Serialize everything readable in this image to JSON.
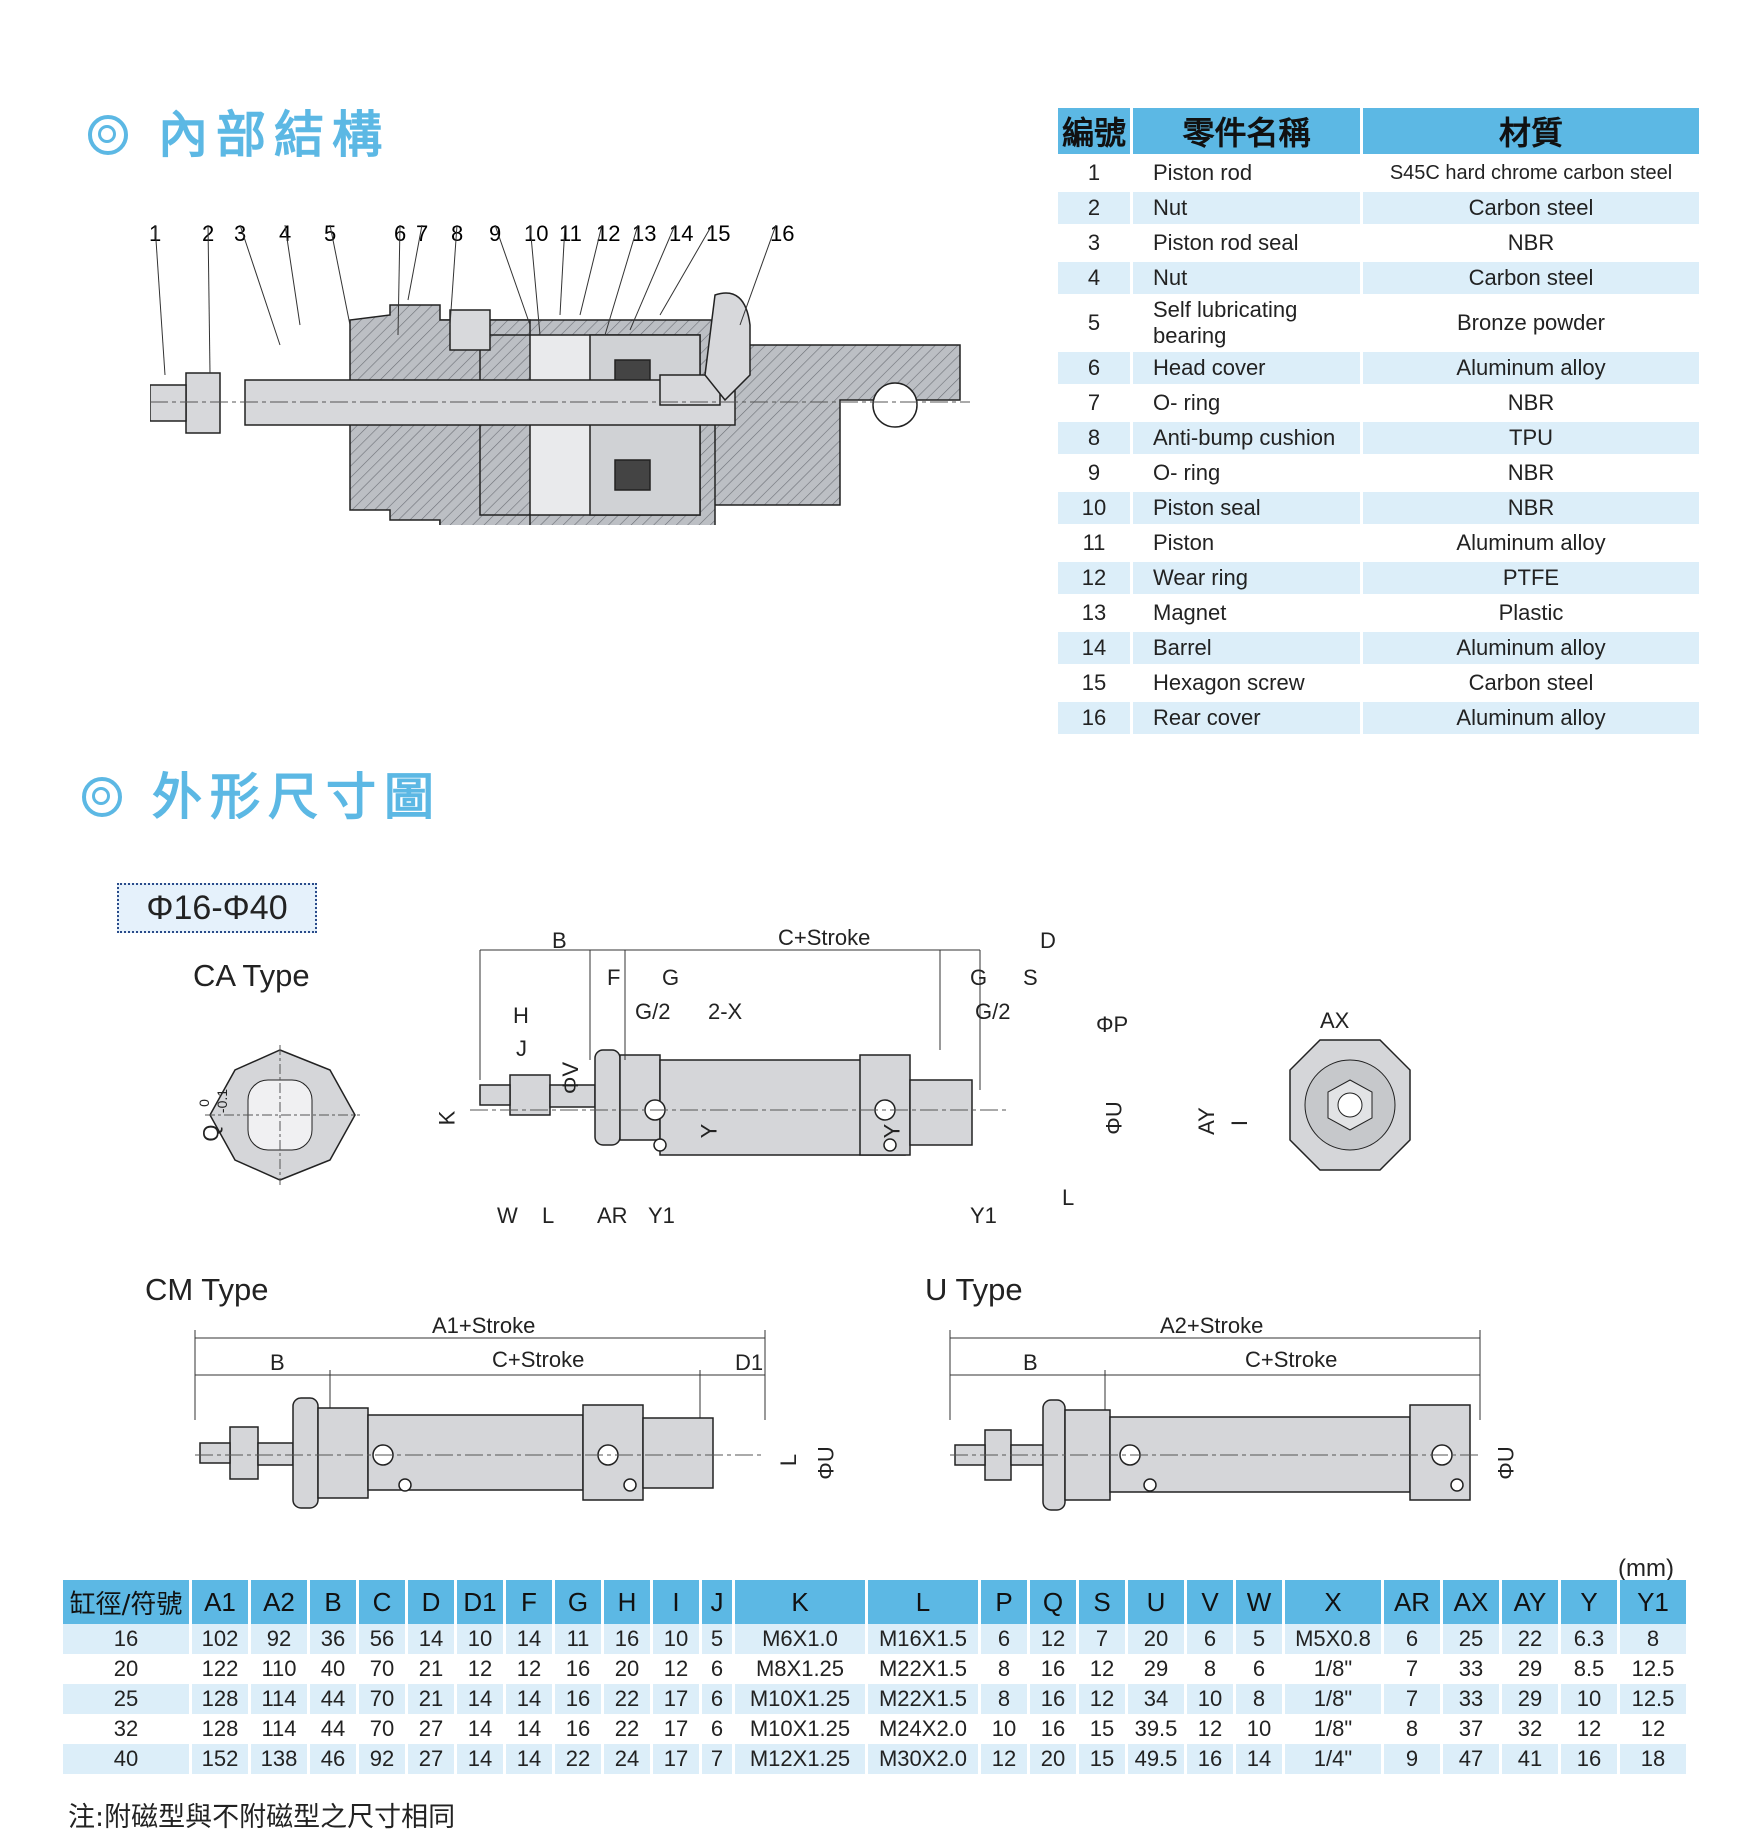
{
  "section1": {
    "title": "內部結構"
  },
  "section2": {
    "title": "外形尺寸圖"
  },
  "parts_table": {
    "headers": [
      "編號",
      "零件名稱",
      "材質"
    ],
    "rows": [
      {
        "no": "1",
        "name": "Piston rod",
        "material": "S45C hard chrome carbon steel"
      },
      {
        "no": "2",
        "name": "Nut",
        "material": "Carbon steel"
      },
      {
        "no": "3",
        "name": "Piston rod seal",
        "material": "NBR"
      },
      {
        "no": "4",
        "name": "Nut",
        "material": "Carbon steel"
      },
      {
        "no": "5",
        "name": "Self lubricating bearing",
        "material": "Bronze powder"
      },
      {
        "no": "6",
        "name": "Head cover",
        "material": "Aluminum alloy"
      },
      {
        "no": "7",
        "name": "O- ring",
        "material": "NBR"
      },
      {
        "no": "8",
        "name": "Anti-bump cushion",
        "material": "TPU"
      },
      {
        "no": "9",
        "name": "O- ring",
        "material": "NBR"
      },
      {
        "no": "10",
        "name": "Piston seal",
        "material": "NBR"
      },
      {
        "no": "11",
        "name": "Piston",
        "material": "Aluminum alloy"
      },
      {
        "no": "12",
        "name": "Wear ring",
        "material": "PTFE"
      },
      {
        "no": "13",
        "name": "Magnet",
        "material": "Plastic"
      },
      {
        "no": "14",
        "name": "Barrel",
        "material": "Aluminum alloy"
      },
      {
        "no": "15",
        "name": "Hexagon screw",
        "material": "Carbon steel"
      },
      {
        "no": "16",
        "name": "Rear cover",
        "material": "Aluminum alloy"
      }
    ]
  },
  "callouts": [
    "1",
    "2",
    "3",
    "4",
    "5",
    "6",
    "7",
    "8",
    "9",
    "10",
    "11",
    "12",
    "13",
    "14",
    "15",
    "16"
  ],
  "bore_range": "Φ16-Φ40",
  "types": {
    "ca": "CA Type",
    "cm": "CM Type",
    "u": "U Type"
  },
  "dim_labels": {
    "ca": {
      "B": "B",
      "CStroke": "C+Stroke",
      "D": "D",
      "F": "F",
      "G": "G",
      "G2": "G/2",
      "X": "2-X",
      "H": "H",
      "J": "J",
      "V": "ΦV",
      "K": "K",
      "Q": "Q",
      "Qtol": "-0.1",
      "Qtol0": "0",
      "Y": "Y",
      "S": "S",
      "P": "ΦP",
      "U": "ΦU",
      "L": "L",
      "W": "W",
      "AR": "AR",
      "Y1": "Y1",
      "AX": "AX",
      "AY": "AY",
      "I": "I"
    },
    "cm": {
      "A1": "A1+Stroke",
      "B": "B",
      "C": "C+Stroke",
      "D1": "D1",
      "L": "L",
      "U": "ΦU"
    },
    "u": {
      "A2": "A2+Stroke",
      "B": "B",
      "C": "C+Stroke",
      "U": "ΦU"
    }
  },
  "unit": "(mm)",
  "dim_table": {
    "headers": [
      "缸徑/符號",
      "A1",
      "A2",
      "B",
      "C",
      "D",
      "D1",
      "F",
      "G",
      "H",
      "I",
      "J",
      "K",
      "L",
      "P",
      "Q",
      "S",
      "U",
      "V",
      "W",
      "X",
      "AR",
      "AX",
      "AY",
      "Y",
      "Y1"
    ],
    "rows": [
      [
        "16",
        "102",
        "92",
        "36",
        "56",
        "14",
        "10",
        "14",
        "11",
        "16",
        "10",
        "5",
        "M6X1.0",
        "M16X1.5",
        "6",
        "12",
        "7",
        "20",
        "6",
        "5",
        "M5X0.8",
        "6",
        "25",
        "22",
        "6.3",
        "8"
      ],
      [
        "20",
        "122",
        "110",
        "40",
        "70",
        "21",
        "12",
        "12",
        "16",
        "20",
        "12",
        "6",
        "M8X1.25",
        "M22X1.5",
        "8",
        "16",
        "12",
        "29",
        "8",
        "6",
        "1/8\"",
        "7",
        "33",
        "29",
        "8.5",
        "12.5"
      ],
      [
        "25",
        "128",
        "114",
        "44",
        "70",
        "21",
        "14",
        "14",
        "16",
        "22",
        "17",
        "6",
        "M10X1.25",
        "M22X1.5",
        "8",
        "16",
        "12",
        "34",
        "10",
        "8",
        "1/8\"",
        "7",
        "33",
        "29",
        "10",
        "12.5"
      ],
      [
        "32",
        "128",
        "114",
        "44",
        "70",
        "27",
        "14",
        "14",
        "16",
        "22",
        "17",
        "6",
        "M10X1.25",
        "M24X2.0",
        "10",
        "16",
        "15",
        "39.5",
        "12",
        "10",
        "1/8\"",
        "8",
        "37",
        "32",
        "12",
        "12"
      ],
      [
        "40",
        "152",
        "138",
        "46",
        "92",
        "27",
        "14",
        "14",
        "22",
        "24",
        "17",
        "7",
        "M12X1.25",
        "M30X2.0",
        "12",
        "20",
        "15",
        "49.5",
        "16",
        "14",
        "1/4\"",
        "9",
        "47",
        "41",
        "16",
        "18"
      ]
    ]
  },
  "note": "注:附磁型與不附磁型之尺寸相同",
  "colors": {
    "accent": "#5cb8e4",
    "row_alt": "#dceef9",
    "part_fill": "#bcbfc4"
  }
}
